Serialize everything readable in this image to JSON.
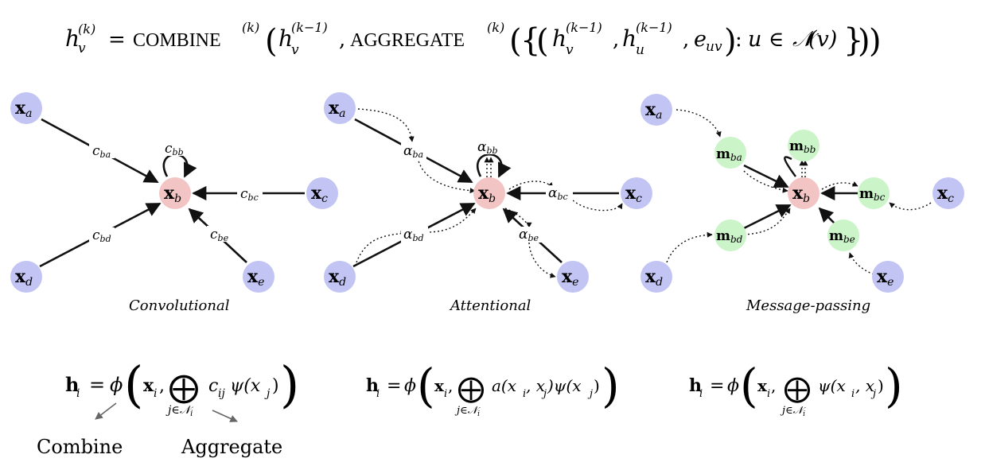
{
  "equation": {
    "h": "h",
    "sub_v": "v",
    "sup_k": "(k)",
    "eq": "=",
    "combine": "COMBINE",
    "sup_km1": "(k−1)",
    "aggregate": "AGGREGATE",
    "sub_u": "u",
    "comma": ",",
    "e": "e",
    "sub_uv": "uv",
    "colon": ":",
    "u": "u",
    "in": "∈",
    "N": "𝒩",
    "v_arg": "(v)",
    "open_paren": "(",
    "close_paren": ")",
    "open_brace": "{",
    "close_brace": "}"
  },
  "panels": [
    {
      "caption": "Convolutional",
      "nodes": {
        "a": "a",
        "b": "b",
        "c": "c",
        "d": "d",
        "e": "e"
      },
      "edge_labels": {
        "ba": "ba",
        "bb": "bb",
        "bc": "bc",
        "bd": "bd",
        "be": "be"
      },
      "edge_symbol": "c"
    },
    {
      "caption": "Attentional",
      "nodes": {
        "a": "a",
        "b": "b",
        "c": "c",
        "d": "d",
        "e": "e"
      },
      "edge_labels": {
        "ba": "ba",
        "bb": "bb",
        "bc": "bc",
        "bd": "bd",
        "be": "be"
      },
      "edge_symbol": "α"
    },
    {
      "caption": "Message-passing",
      "nodes": {
        "a": "a",
        "b": "b",
        "c": "c",
        "d": "d",
        "e": "e"
      },
      "edge_labels": {
        "ba": "ba",
        "bb": "bb",
        "bc": "bc",
        "bd": "bd",
        "be": "be"
      },
      "edge_symbol": "m"
    }
  ],
  "node_symbol": "x",
  "formulas": [
    {
      "lhs": "h",
      "sub_i": "i",
      "eq": "=",
      "phi": "ϕ",
      "xi": "x",
      "comma": ",",
      "oplus": "⨁",
      "under": "j∈𝒩",
      "under_sub": "i",
      "body": "c",
      "body_sub": "ij",
      "psi": "ψ(x",
      "psi_sub": "j",
      "tail": ")"
    },
    {
      "lhs": "h",
      "sub_i": "i",
      "eq": "=",
      "phi": "ϕ",
      "xi": "x",
      "comma": ",",
      "oplus": "⨁",
      "under": "j∈𝒩",
      "under_sub": "i",
      "body": "a(x",
      "body_sub": "i",
      "body2": ", x",
      "body2_sub": "j",
      "psi": ")ψ(x",
      "psi_sub": "j",
      "tail": ")"
    },
    {
      "lhs": "h",
      "sub_i": "i",
      "eq": "=",
      "phi": "ϕ",
      "xi": "x",
      "comma": ",",
      "oplus": "⨁",
      "under": "j∈𝒩",
      "under_sub": "i",
      "psi": "ψ(x",
      "psi_sub": "i",
      "psi2": ", x",
      "psi2_sub": "j",
      "tail": ")"
    }
  ],
  "annotations": {
    "combine": "Combine",
    "aggregate": "Aggregate"
  },
  "colors": {
    "node_blue": "#c2c4f4",
    "node_pink": "#f3c4c4",
    "node_green": "#ccf4c9",
    "edge": "#111111"
  }
}
